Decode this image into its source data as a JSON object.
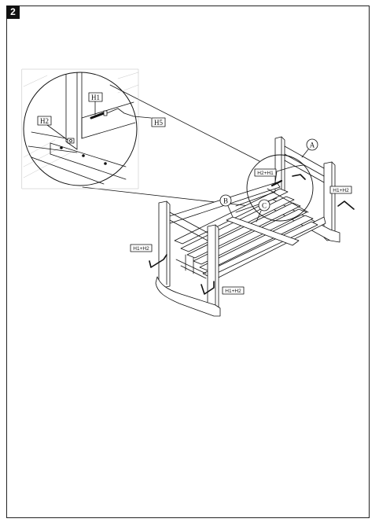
{
  "step": {
    "number": "2"
  },
  "detail_labels": {
    "h1": "H1",
    "h2": "H2",
    "h5": "H5"
  },
  "part_labels": {
    "a": "A",
    "b": "B",
    "c": "C"
  },
  "hardware_callouts": {
    "top_center": "H2+H1",
    "right_back": "H1+H2",
    "left_front": "H1+H2",
    "bottom_front": "H1+H2"
  }
}
